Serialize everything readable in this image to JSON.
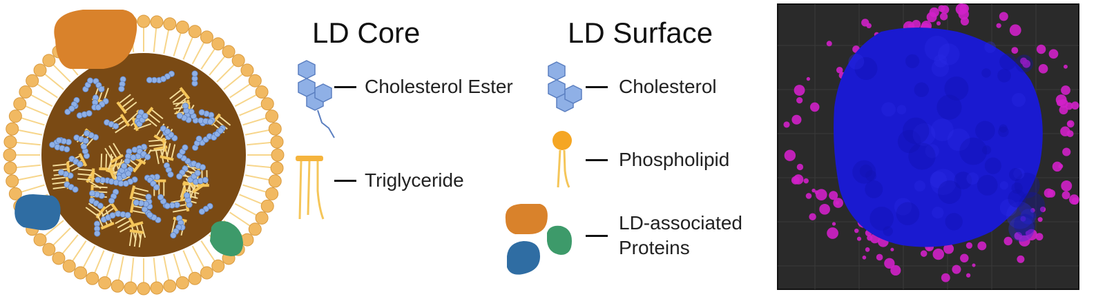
{
  "legend": {
    "core_heading": "LD Core",
    "surface_heading": "LD Surface",
    "core_items": [
      {
        "label": "Cholesterol Ester",
        "icon": "cholesterol-ester-icon"
      },
      {
        "label": "Triglyceride",
        "icon": "triglyceride-icon"
      }
    ],
    "surface_items": [
      {
        "label": "Cholesterol",
        "icon": "cholesterol-icon"
      },
      {
        "label": "Phospholipid",
        "icon": "phospholipid-icon"
      },
      {
        "label_line1": "LD-associated",
        "label_line2": "Proteins",
        "icon": "proteins-icon"
      }
    ]
  },
  "colors": {
    "core_brown": "#7a4a14",
    "phospholipid_head": "#f1b962",
    "cholesterol_blue": "#8fb0e6",
    "triglyceride_yellow": "#f5c65a",
    "protein_orange": "#d9822b",
    "protein_blue": "#2f6da3",
    "protein_green": "#3d9a6a",
    "micro_background": "#2a2a2a",
    "nucleus_blue": "#1a1ad0",
    "droplet_magenta": "#d020c8"
  }
}
